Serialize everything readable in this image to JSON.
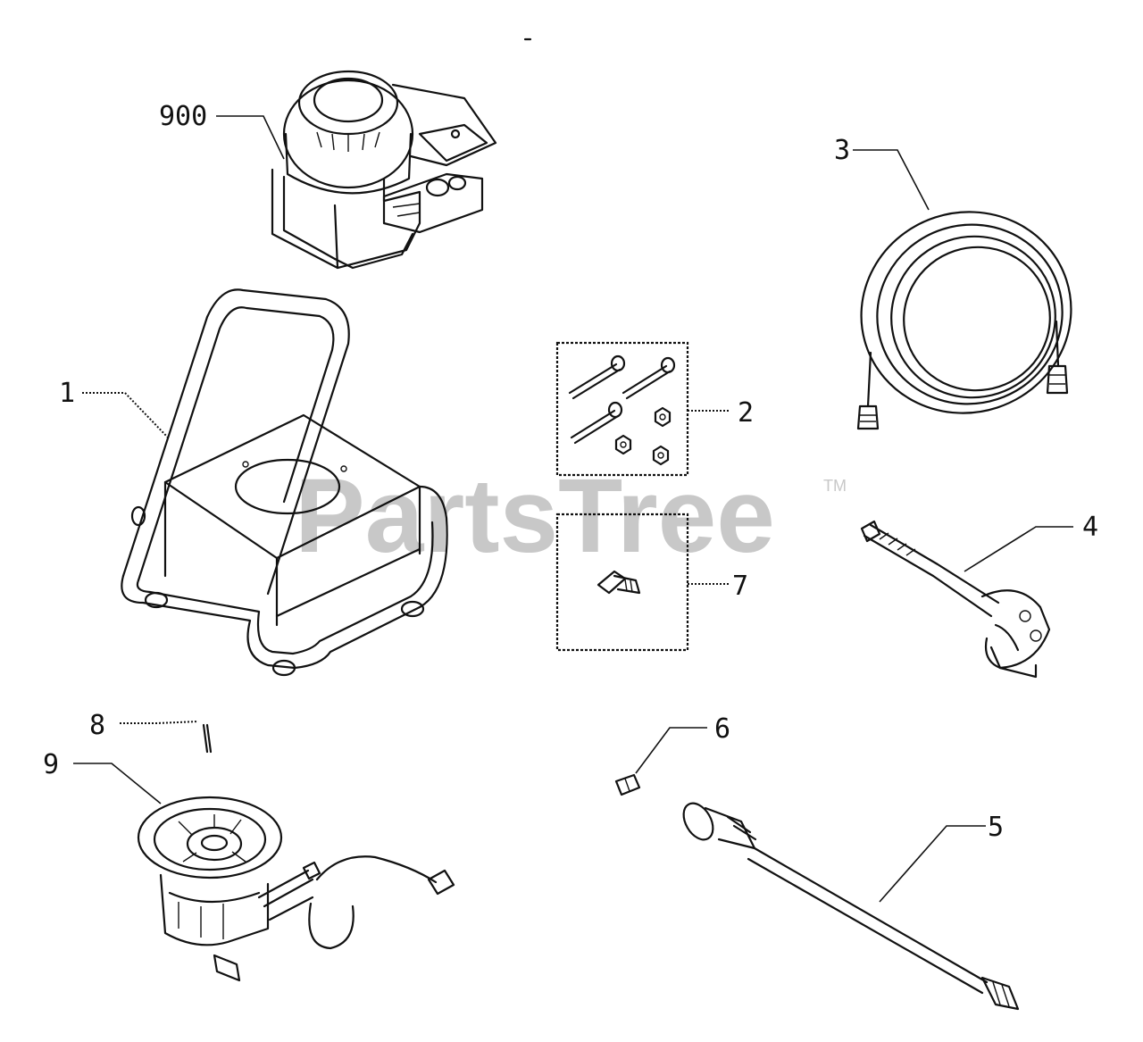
{
  "watermark": {
    "brand": "PartsTree",
    "trademark": "TM"
  },
  "callouts": {
    "c900": "900",
    "c1": "1",
    "c2": "2",
    "c3": "3",
    "c4": "4",
    "c5": "5",
    "c6": "6",
    "c7": "7",
    "c8": "8",
    "c9": "9"
  },
  "parts": [
    {
      "callout": "900",
      "icon": "engine-icon"
    },
    {
      "callout": "1",
      "icon": "frame-icon"
    },
    {
      "callout": "2",
      "icon": "hardware-kit-icon"
    },
    {
      "callout": "3",
      "icon": "hose-icon"
    },
    {
      "callout": "4",
      "icon": "spray-gun-icon"
    },
    {
      "callout": "5",
      "icon": "spray-wand-icon"
    },
    {
      "callout": "6",
      "icon": "nozzle-icon"
    },
    {
      "callout": "7",
      "icon": "fitting-kit-icon"
    },
    {
      "callout": "8",
      "icon": "pin-icon"
    },
    {
      "callout": "9",
      "icon": "pump-icon"
    }
  ]
}
